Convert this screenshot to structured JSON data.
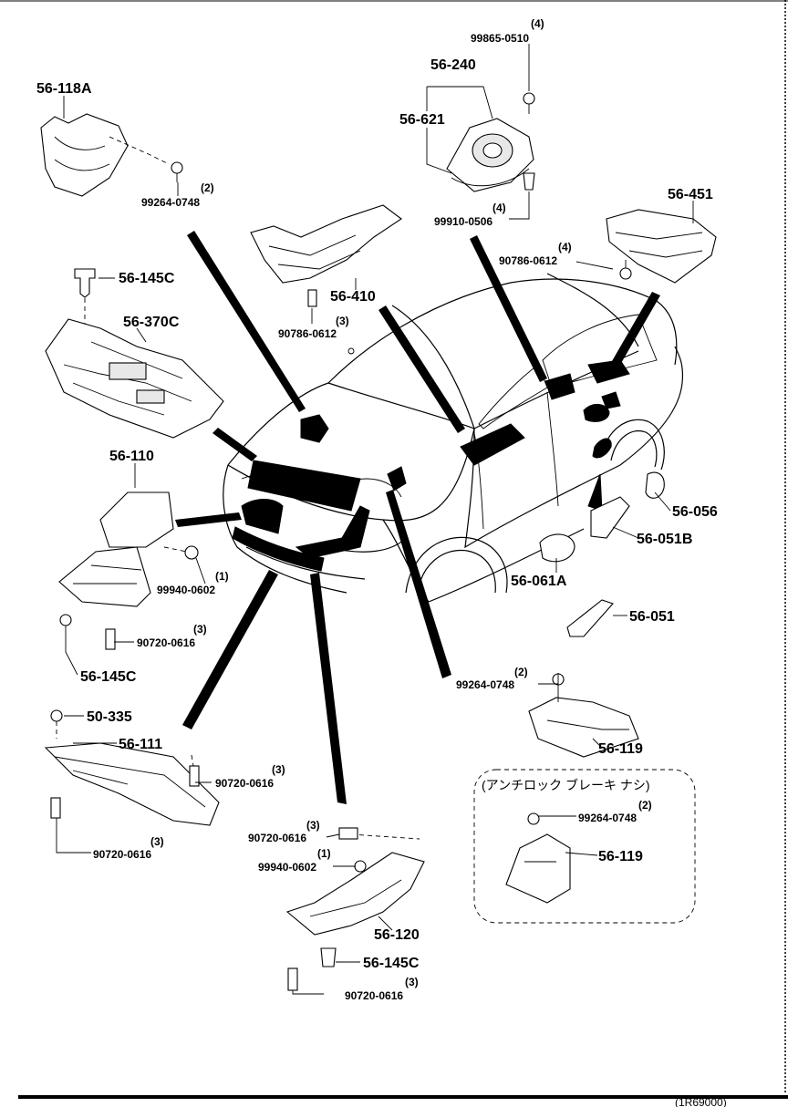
{
  "labels": {
    "p56_118A": "56-118A",
    "p99264_0748_a": "99264-0748",
    "q2_a": "(2)",
    "p56_145C_a": "56-145C",
    "p56_370C": "56-370C",
    "p56_110": "56-110",
    "p99940_0602_a": "99940-0602",
    "q1_a": "(1)",
    "p90720_0616_a": "90720-0616",
    "q3_a": "(3)",
    "p56_145C_b": "56-145C",
    "p50_335": "50-335",
    "p56_111": "56-111",
    "p90720_0616_b": "90720-0616",
    "q3_b": "(3)",
    "p90720_0616_c": "90720-0616",
    "q3_c": "(3)",
    "p99865_0510": "99865-0510",
    "q4_a": "(4)",
    "p56_240": "56-240",
    "p56_621": "56-621",
    "p99910_0506": "99910-0506",
    "q4_b": "(4)",
    "p56_410": "56-410",
    "p90786_0612_a": "90786-0612",
    "q3_d": "(3)",
    "p56_451": "56-451",
    "p90786_0612_b": "90786-0612",
    "q4_c": "(4)",
    "p56_056": "56-056",
    "p56_051B": "56-051B",
    "p56_061A": "56-061A",
    "p56_051": "56-051",
    "p99264_0748_b": "99264-0748",
    "q2_b": "(2)",
    "p56_119_a": "56-119",
    "abs_note": "(アンチロック ブレーキ ナシ)",
    "p99264_0748_c": "99264-0748",
    "q2_c": "(2)",
    "p56_119_b": "56-119",
    "p90720_0616_d": "90720-0616",
    "q3_e": "(3)",
    "p99940_0602_b": "99940-0602",
    "q1_b": "(1)",
    "p56_120": "56-120",
    "p56_145C_c": "56-145C",
    "p90720_0616_e": "90720-0616",
    "q3_f": "(3)",
    "figure_ref": "(1R69000)"
  }
}
